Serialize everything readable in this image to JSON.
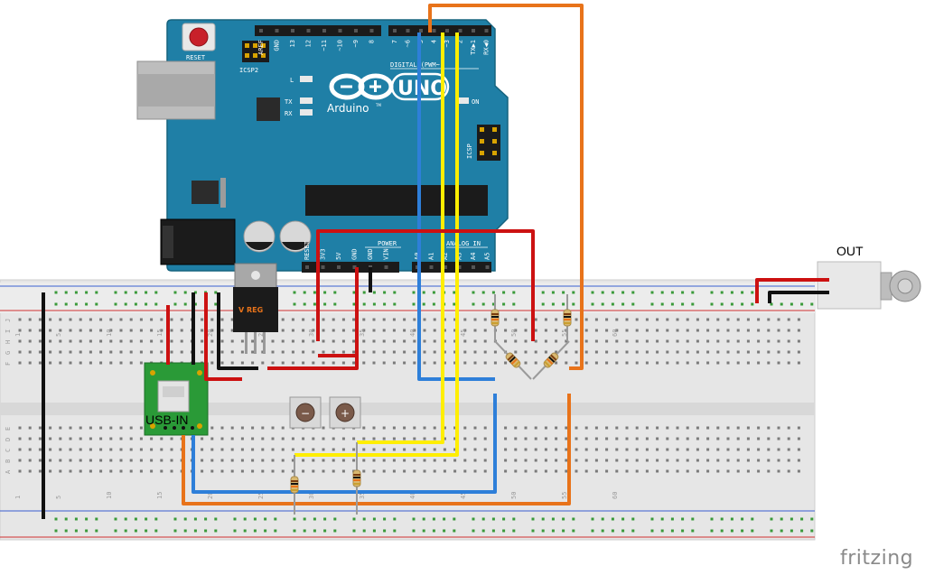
{
  "arduino": {
    "reset_label": "RESET",
    "icsp2_label": "ICSP2",
    "icsp_label": "ICSP",
    "digital_label": "DIGITAL (PWM~)",
    "power_label": "POWER",
    "analog_label": "ANALOG IN",
    "brand": "Arduino",
    "uno_label": "UNO",
    "tm": "TM",
    "led_l": "L",
    "led_tx": "TX",
    "led_rx": "RX",
    "led_on": "ON",
    "header_top_left": [
      "AREF",
      "GND",
      "13",
      "12",
      "~11",
      "~10",
      "~9",
      "8"
    ],
    "header_top_right": [
      "7",
      "~6",
      "~5",
      "4",
      "~3",
      "2",
      "TX▶1",
      "RX◀0"
    ],
    "header_power": [
      "RESET",
      "3V3",
      "5V",
      "GND",
      "GND",
      "VIN"
    ],
    "header_analog": [
      "A0",
      "A1",
      "A2",
      "A3",
      "A4",
      "A5"
    ]
  },
  "regulator_label": "V REG",
  "usb_label": "USB-IN",
  "out_label": "OUT",
  "button_minus": "−",
  "button_plus": "+",
  "breadboard": {
    "col_numbers": [
      "1",
      "5",
      "10",
      "15",
      "20",
      "25",
      "30",
      "35",
      "40",
      "45",
      "50",
      "55",
      "60"
    ],
    "rows_top": [
      "J",
      "I",
      "H",
      "G",
      "F"
    ],
    "rows_bottom": [
      "E",
      "D",
      "C",
      "B",
      "A"
    ]
  },
  "footer_brand": "fritzing",
  "colors": {
    "board": "#1f7fa6",
    "board_edge": "#16637f",
    "wire_red": "#cc1111",
    "wire_black": "#111111",
    "wire_yellow": "#ffee00",
    "wire_blue": "#2e7fd9",
    "wire_orange": "#e8731a",
    "breadboard": "#e6e6e6",
    "usb_pcb": "#2a9a37"
  }
}
